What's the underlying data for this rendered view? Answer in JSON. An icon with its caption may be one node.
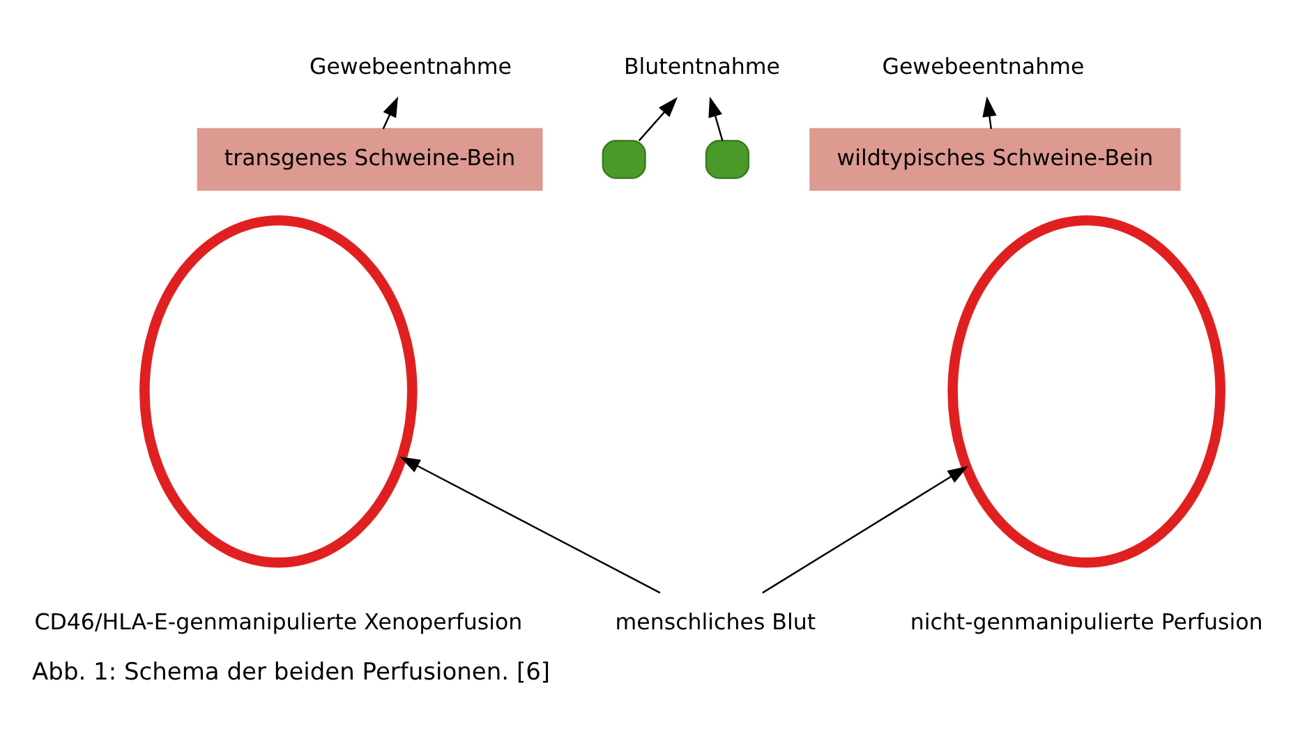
{
  "diagram": {
    "caption": "Abb. 1: Schema der beiden Perfusionen. [6]",
    "nodes": [
      {
        "text": [
          "Gewebeentnahme"
        ]
      },
      {
        "text": [
          "Blutentnahme"
        ]
      },
      {
        "text": [
          "Gewebeentnahme"
        ]
      },
      {
        "text": [],
        "shape": "ellipse",
        "beside": [
          "CD46/HLA-E-genmanipulierte Xenoperfusion"
        ]
      },
      {
        "text": [],
        "shape": "box"
      },
      {
        "text": [
          "transgenes Schweine-Bein"
        ]
      },
      {
        "text": [],
        "shape": "ellipse",
        "beside": [
          "nicht-genmanipulierte Perfusion"
        ]
      },
      {
        "text": [],
        "shape": "box"
      },
      {
        "text": [
          "wildtypisches Schweine-Bein"
        ]
      },
      {
        "text": [
          "menschliches Blut"
        ]
      }
    ],
    "edges": [
      {
        "from": 5,
        "to": 0,
        "arrow": "to"
      },
      {
        "from": 4,
        "to": 1,
        "arrow": "to"
      },
      {
        "from": 7,
        "to": 1,
        "arrow": "to"
      },
      {
        "from": 8,
        "to": 2,
        "arrow": "to"
      },
      {
        "from": 9,
        "to": 3,
        "arrow": "to"
      },
      {
        "from": 9,
        "to": 6,
        "arrow": "to"
      }
    ]
  }
}
